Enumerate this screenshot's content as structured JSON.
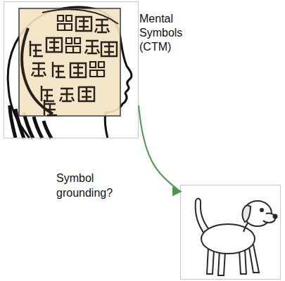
{
  "diagram": {
    "nodes": [
      {
        "text": [
          "Mental Symbols (CTM)"
        ]
      },
      {
        "text": []
      }
    ],
    "edges": [
      {
        "from": 0,
        "to": 1,
        "label": "Symbol grounding?",
        "arrow": "to"
      }
    ]
  }
}
